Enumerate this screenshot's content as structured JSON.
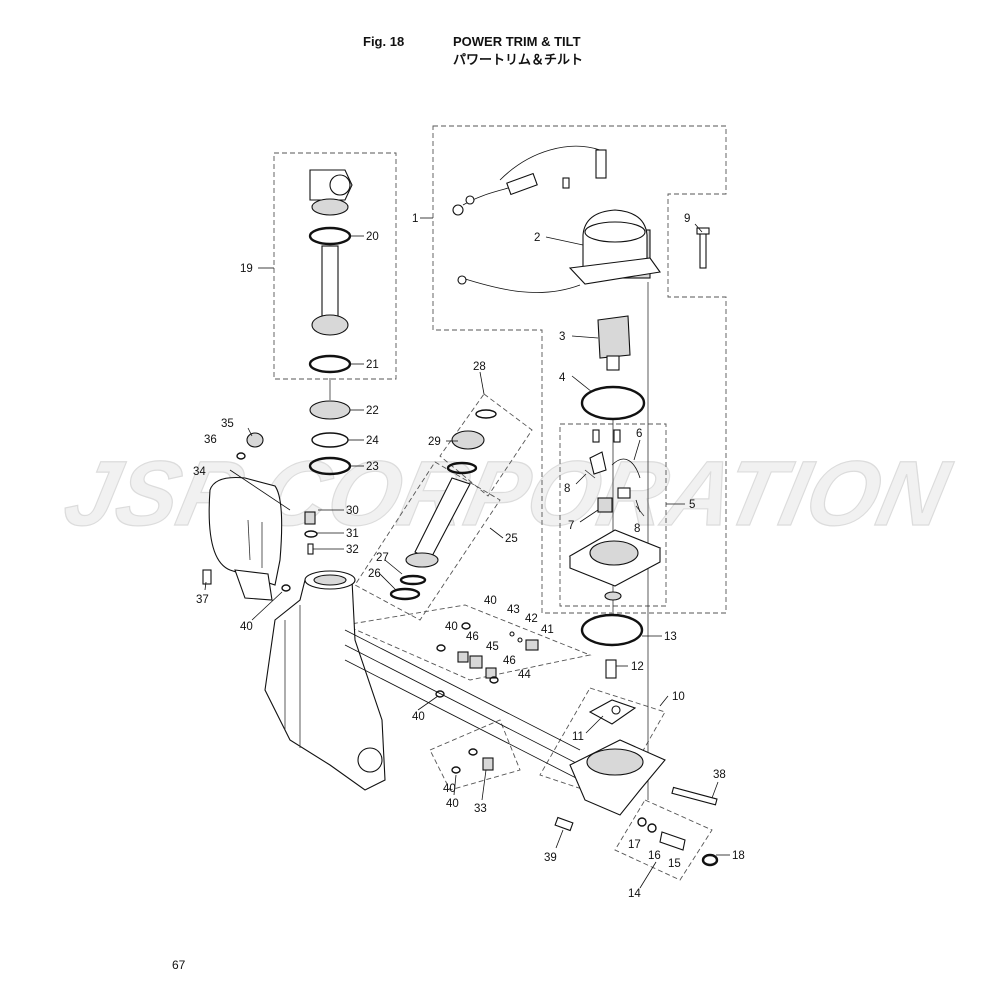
{
  "header": {
    "fig_label": "Fig. 18",
    "title_en": "POWER TRIM & TILT",
    "title_jp": "パワートリム＆チルト"
  },
  "watermark": {
    "text": "JSP CORPORATION"
  },
  "page_number": "67",
  "callouts": [
    "1",
    "2",
    "3",
    "4",
    "5",
    "6",
    "7",
    "8",
    "8",
    "9",
    "10",
    "11",
    "12",
    "13",
    "14",
    "15",
    "16",
    "17",
    "18",
    "19",
    "20",
    "21",
    "22",
    "23",
    "24",
    "25",
    "26",
    "27",
    "28",
    "29",
    "30",
    "31",
    "32",
    "33",
    "34",
    "35",
    "36",
    "37",
    "38",
    "39",
    "40",
    "40",
    "40",
    "40",
    "40",
    "40",
    "40",
    "41",
    "42",
    "43",
    "44",
    "45",
    "46",
    "46"
  ]
}
